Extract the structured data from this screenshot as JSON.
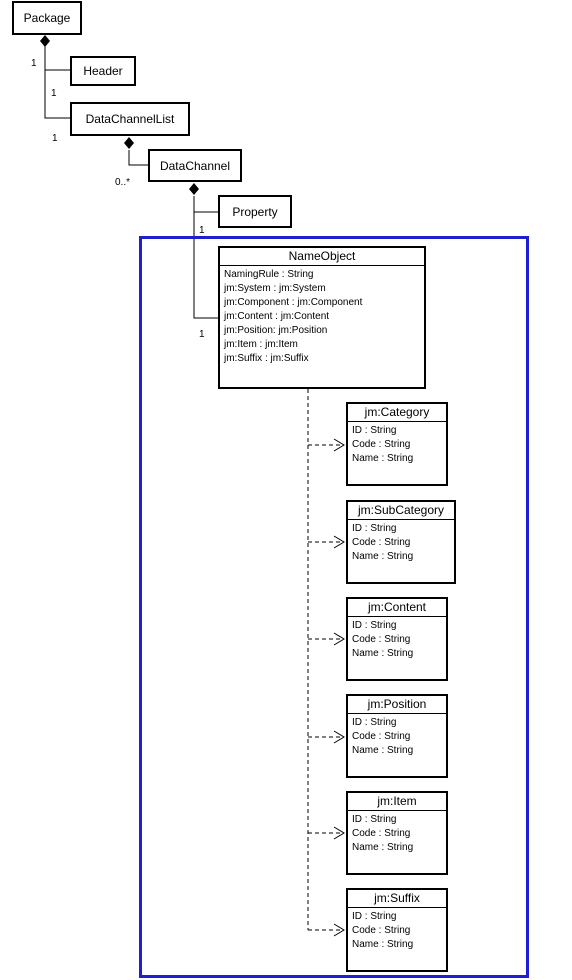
{
  "frame_color": "#1f1fd0",
  "packages": {
    "package": "Package",
    "header": "Header",
    "datachannellist": "DataChannelList",
    "datachannel": "DataChannel",
    "property": "Property"
  },
  "multiplicities": {
    "package_header_source": "1",
    "package_header_target": "1",
    "package_dcl": "1",
    "dcl_dc": "0..*",
    "dc_property": "1",
    "dc_nameobject": "1"
  },
  "name_object": {
    "name": "NameObject",
    "attributes": [
      "NamingRule : String",
      "jm:System : jm:System",
      "jm:Component : jm:Component",
      "jm:Content : jm:Content",
      "jm:Position: jm:Position",
      "jm:Item : jm:Item",
      "jm:Suffix : jm:Suffix"
    ]
  },
  "classes": [
    {
      "name": "jm:Category",
      "attributes": [
        "ID : String",
        "Code : String",
        "Name : String"
      ]
    },
    {
      "name": "jm:SubCategory",
      "attributes": [
        "ID : String",
        "Code : String",
        "Name : String"
      ]
    },
    {
      "name": "jm:Content",
      "attributes": [
        "ID : String",
        "Code : String",
        "Name : String"
      ]
    },
    {
      "name": "jm:Position",
      "attributes": [
        "ID : String",
        "Code : String",
        "Name : String"
      ]
    },
    {
      "name": "jm:Item",
      "attributes": [
        "ID : String",
        "Code : String",
        "Name : String"
      ]
    },
    {
      "name": "jm:Suffix",
      "attributes": [
        "ID : String",
        "Code : String",
        "Name : String"
      ]
    }
  ]
}
